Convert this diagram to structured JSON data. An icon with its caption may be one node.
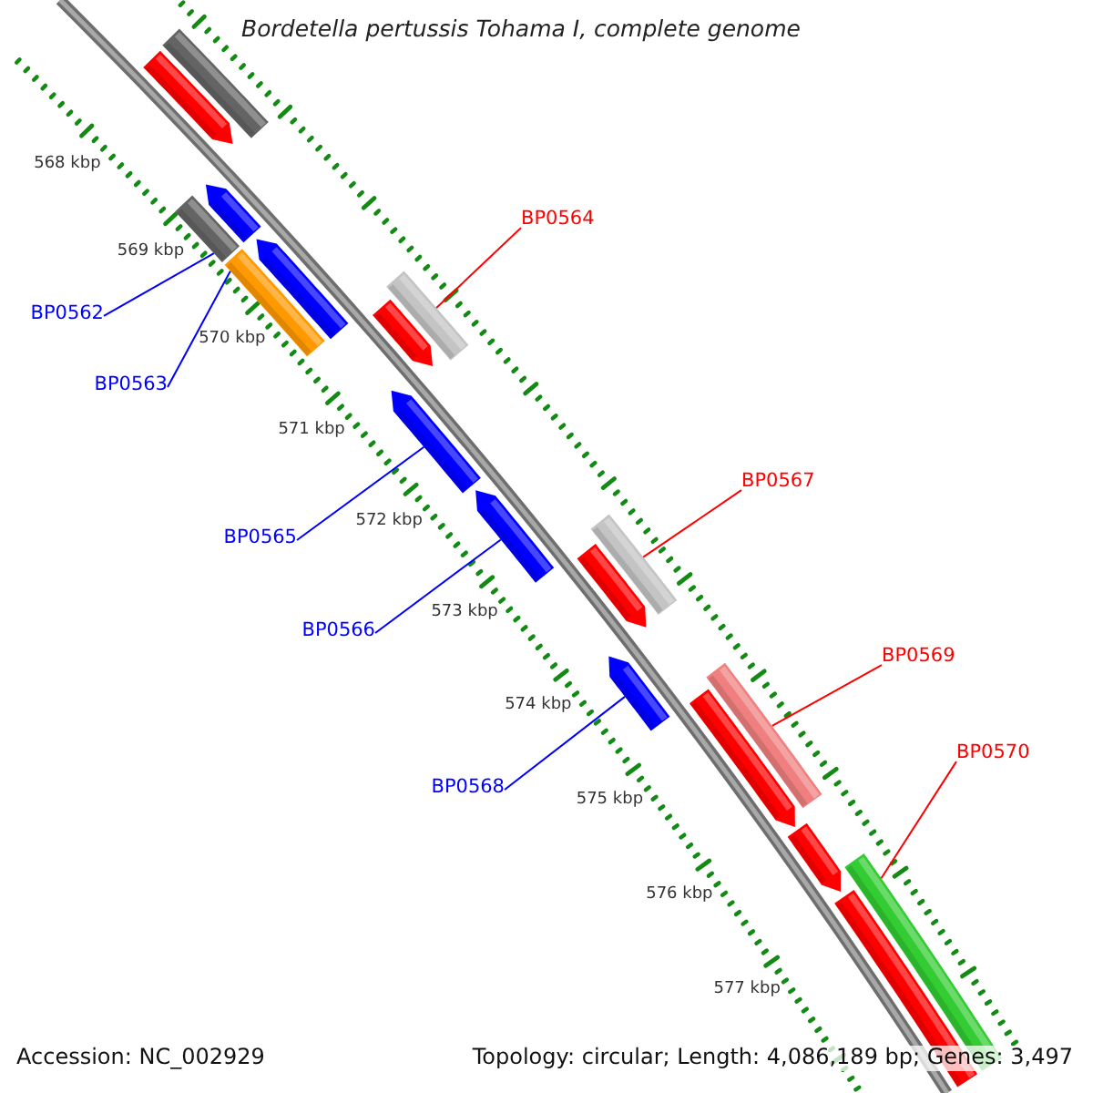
{
  "diagram": {
    "title": "Bordetella pertussis Tohama I, complete genome",
    "nodes": [
      {
        "text": [
          "BP0564"
        ]
      },
      {
        "text": [
          "BP0562"
        ]
      },
      {
        "text": [
          "BP0563"
        ]
      },
      {
        "text": [
          "BP0567"
        ]
      },
      {
        "text": [
          "BP0565"
        ]
      },
      {
        "text": [
          "BP0566"
        ]
      },
      {
        "text": [
          "BP0569"
        ]
      },
      {
        "text": [
          "BP0570"
        ]
      },
      {
        "text": [
          "BP0568"
        ]
      },
      {
        "text": [],
        "shape": "bar"
      },
      {
        "text": [],
        "shape": "arrow"
      },
      {
        "text": [],
        "shape": "bar"
      },
      {
        "text": [],
        "shape": "arrow"
      },
      {
        "text": [],
        "shape": "bar"
      },
      {
        "text": [],
        "shape": "arrow"
      },
      {
        "text": [],
        "shape": "bar"
      },
      {
        "text": [],
        "shape": "arrow"
      },
      {
        "text": [],
        "shape": "arrow"
      },
      {
        "text": [],
        "shape": "arrow"
      },
      {
        "text": [],
        "shape": "bar"
      },
      {
        "text": [],
        "shape": "arrow"
      },
      {
        "text": [],
        "shape": "arrow"
      },
      {
        "text": [],
        "shape": "bar"
      },
      {
        "text": [],
        "shape": "arrow"
      },
      {
        "text": [],
        "shape": "arrow"
      },
      {
        "text": [],
        "shape": "bar"
      },
      {
        "text": [],
        "shape": "bar"
      }
    ],
    "edges": [
      {
        "from": 0,
        "to": 15,
        "arrow": "none",
        "color": "#ff0000"
      },
      {
        "from": 1,
        "to": 11,
        "arrow": "none"
      },
      {
        "from": 2,
        "to": 13,
        "arrow": "none"
      },
      {
        "from": 3,
        "to": 19,
        "arrow": "none",
        "color": "#ff0000"
      },
      {
        "from": 4,
        "to": 17,
        "arrow": "none"
      },
      {
        "from": 5,
        "to": 18,
        "arrow": "none"
      },
      {
        "from": 6,
        "to": 22,
        "arrow": "none",
        "color": "#ff0000"
      },
      {
        "from": 7,
        "to": 25,
        "arrow": "none",
        "color": "#ff0000"
      },
      {
        "from": 8,
        "to": 21,
        "arrow": "none"
      }
    ],
    "labels": [
      "568 kbp",
      "569 kbp",
      "570 kbp",
      "571 kbp",
      "572 kbp",
      "573 kbp",
      "574 kbp",
      "575 kbp",
      "576 kbp",
      "577 kbp",
      "Accession: NC_002929",
      "Topology: circular; Length: 4,086,189 bp; Genes: 3,497"
    ]
  }
}
